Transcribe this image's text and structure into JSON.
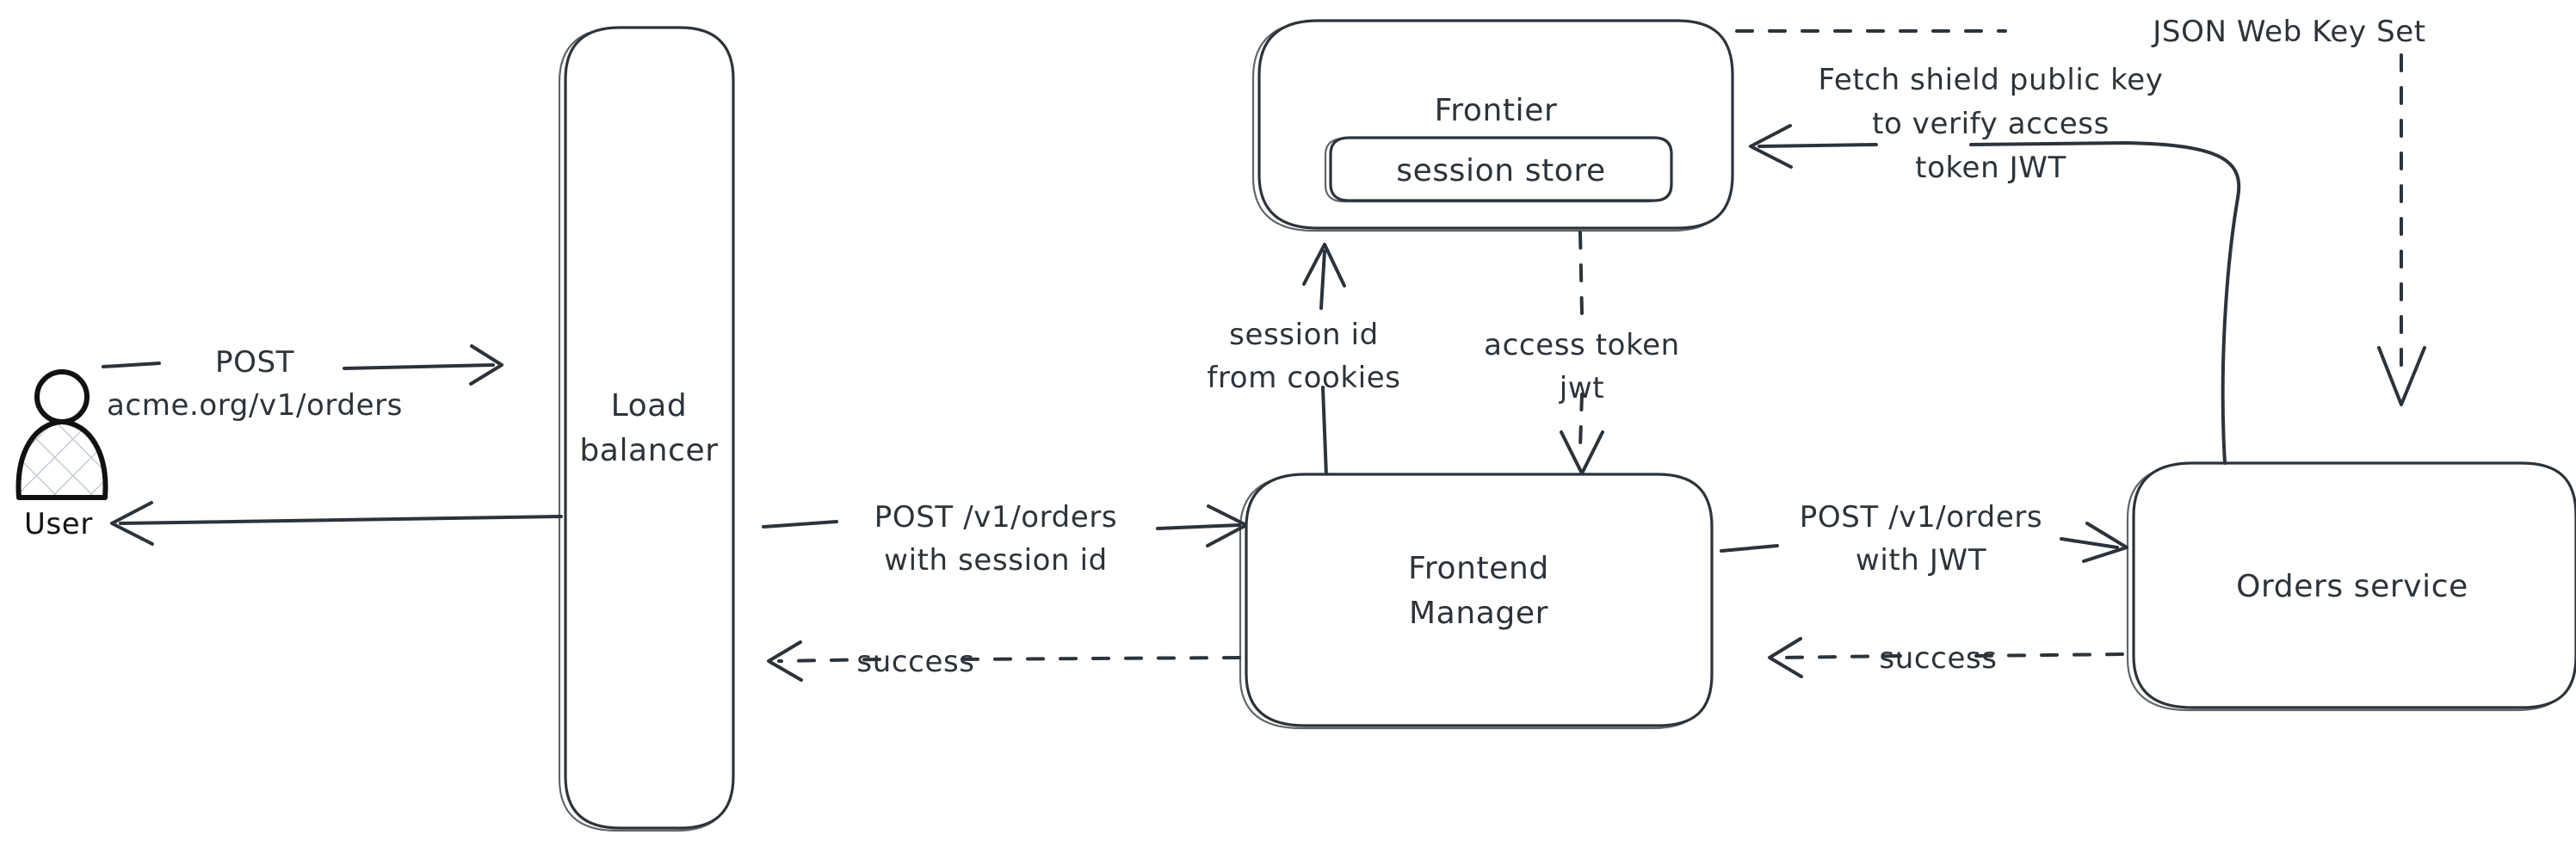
{
  "diagram": {
    "title": "Auth flow: user request through load balancer, frontend manager, frontier session store and orders service",
    "colors": {
      "stroke": "#2c333a",
      "user_stroke": "#111111",
      "user_hatch": "#c4ccd6",
      "background": "#ffffff"
    },
    "nodes": [
      {
        "id": "user",
        "label": "User",
        "icon": "person-icon"
      },
      {
        "id": "load-balancer",
        "label_line1": "Load",
        "label_line2": "balancer"
      },
      {
        "id": "frontier",
        "label": "Frontier"
      },
      {
        "id": "session-store",
        "label": "session store"
      },
      {
        "id": "frontend-manager",
        "label_line1": "Frontend",
        "label_line2": "Manager"
      },
      {
        "id": "orders-service",
        "label": "Orders service"
      }
    ],
    "edges": [
      {
        "id": "user-to-lb",
        "from": "user",
        "to": "load-balancer",
        "style": "solid",
        "direction": "right",
        "label_line1": "POST",
        "label_line2": "acme.org/v1/orders"
      },
      {
        "id": "lb-to-user",
        "from": "load-balancer",
        "to": "user",
        "style": "solid",
        "direction": "left",
        "label": ""
      },
      {
        "id": "lb-to-fm",
        "from": "load-balancer",
        "to": "frontend-manager",
        "style": "solid",
        "direction": "right",
        "label_line1": "POST /v1/orders",
        "label_line2": "with session id"
      },
      {
        "id": "fm-to-lb",
        "from": "frontend-manager",
        "to": "load-balancer",
        "style": "dashed",
        "direction": "left",
        "label": "success"
      },
      {
        "id": "fm-to-orders",
        "from": "frontend-manager",
        "to": "orders-service",
        "style": "solid",
        "direction": "right",
        "label_line1": "POST /v1/orders",
        "label_line2": "with JWT"
      },
      {
        "id": "orders-to-fm",
        "from": "orders-service",
        "to": "frontend-manager",
        "style": "dashed",
        "direction": "left",
        "label": "success"
      },
      {
        "id": "fm-to-frontier",
        "from": "frontend-manager",
        "to": "frontier",
        "style": "solid",
        "direction": "up",
        "label_line1": "session id",
        "label_line2": "from cookies"
      },
      {
        "id": "frontier-to-fm",
        "from": "frontier",
        "to": "frontend-manager",
        "style": "dashed",
        "direction": "down",
        "label_line1": "access token",
        "label_line2": "jwt"
      },
      {
        "id": "orders-to-frontier",
        "from": "orders-service",
        "to": "frontier",
        "style": "solid",
        "direction": "left-curve",
        "label_line1": "Fetch shield public key",
        "label_line2": "to verify access",
        "label_line3": "token JWT"
      },
      {
        "id": "jwks-edge",
        "from": "frontier",
        "to": "orders-service",
        "style": "dashed",
        "direction": "right-then-down",
        "label": "JSON Web Key Set"
      }
    ]
  }
}
